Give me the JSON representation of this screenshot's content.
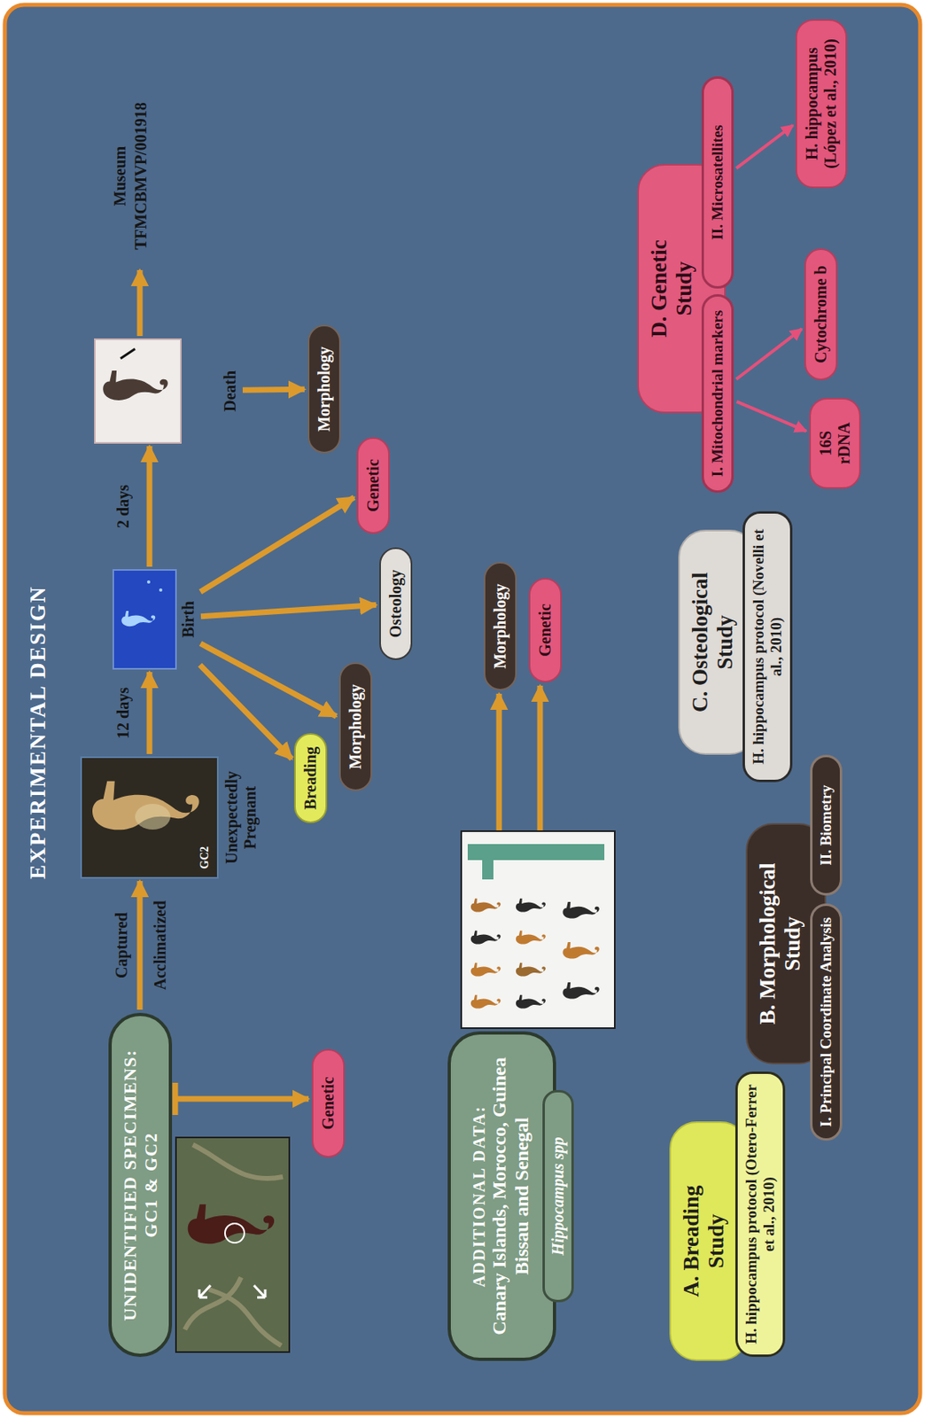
{
  "diagram": {
    "title": "EXPERIMENTAL DESIGN",
    "nodes": [
      {
        "text": [
          "UNIDENTIFIED SPECIMENS: GC1 & GC2"
        ]
      },
      {
        "text": [
          "Genetic"
        ]
      },
      {
        "text": [
          "GC2",
          "Unexpectedly Pregnant"
        ]
      },
      {
        "text": [
          "Birth"
        ]
      },
      {
        "text": [
          "Death"
        ]
      },
      {
        "text": [
          "Breading"
        ]
      },
      {
        "text": [
          "Morphology"
        ]
      },
      {
        "text": [
          "Osteology"
        ]
      },
      {
        "text": [
          "Genetic"
        ]
      },
      {
        "text": [
          "Morphology"
        ]
      },
      {
        "text": [
          "ADDITIONAL DATA:",
          "Canary Islands, Morocco, Guinea Bissau and Senegal"
        ]
      },
      {
        "text": [
          "Hippocampus spp"
        ],
        "in": 10
      },
      {
        "text": [
          "Morphology"
        ]
      },
      {
        "text": [
          "Genetic"
        ]
      },
      {
        "text": [
          "A. Breading Study"
        ]
      },
      {
        "text": [
          "H. hippocampus protocol (Otero-Ferrer et al., 2010)"
        ],
        "in": 14
      },
      {
        "text": [
          "B. Morphological Study"
        ]
      },
      {
        "text": [
          "I. Principal Coordinate Analysis"
        ],
        "in": 16
      },
      {
        "text": [
          "II. Biometry"
        ],
        "in": 16
      },
      {
        "text": [
          "C. Osteological Study"
        ]
      },
      {
        "text": [
          "H. hippocampus protocol (Novelli et al., 2010)"
        ],
        "in": 19
      },
      {
        "text": [
          "D. Genetic Study"
        ]
      },
      {
        "text": [
          "I. Mitochondrial markers"
        ],
        "in": 21
      },
      {
        "text": [
          "II. Microsatellites"
        ],
        "in": 21
      },
      {
        "text": [
          "16S rDNA"
        ]
      },
      {
        "text": [
          "Cytochrome b"
        ]
      },
      {
        "text": [
          "H. hippocampus (López et al., 2010)"
        ]
      }
    ],
    "edges": [
      {
        "from": 0,
        "to": 1,
        "arrow": "to"
      },
      {
        "from": 0,
        "to": 2,
        "arrow": "to"
      },
      {
        "from": 2,
        "to": 3,
        "label": "12 days",
        "arrow": "to"
      },
      {
        "from": 3,
        "to": 4,
        "label": "2 days",
        "arrow": "to"
      },
      {
        "from": 3,
        "to": 5,
        "arrow": "to"
      },
      {
        "from": 3,
        "to": 6,
        "arrow": "to"
      },
      {
        "from": 3,
        "to": 7,
        "arrow": "to"
      },
      {
        "from": 3,
        "to": 8,
        "arrow": "to"
      },
      {
        "from": 4,
        "to": 9,
        "arrow": "to"
      },
      {
        "from": 10,
        "to": 12,
        "arrow": "to"
      },
      {
        "from": 10,
        "to": 13,
        "arrow": "to"
      },
      {
        "from": 22,
        "to": 24,
        "arrow": "to"
      },
      {
        "from": 22,
        "to": 25,
        "arrow": "to"
      },
      {
        "from": 23,
        "to": 26,
        "arrow": "to"
      }
    ],
    "labels": [
      "Captured",
      "Acclimatized",
      "Museum",
      "TFMCBMVP/001918"
    ]
  }
}
